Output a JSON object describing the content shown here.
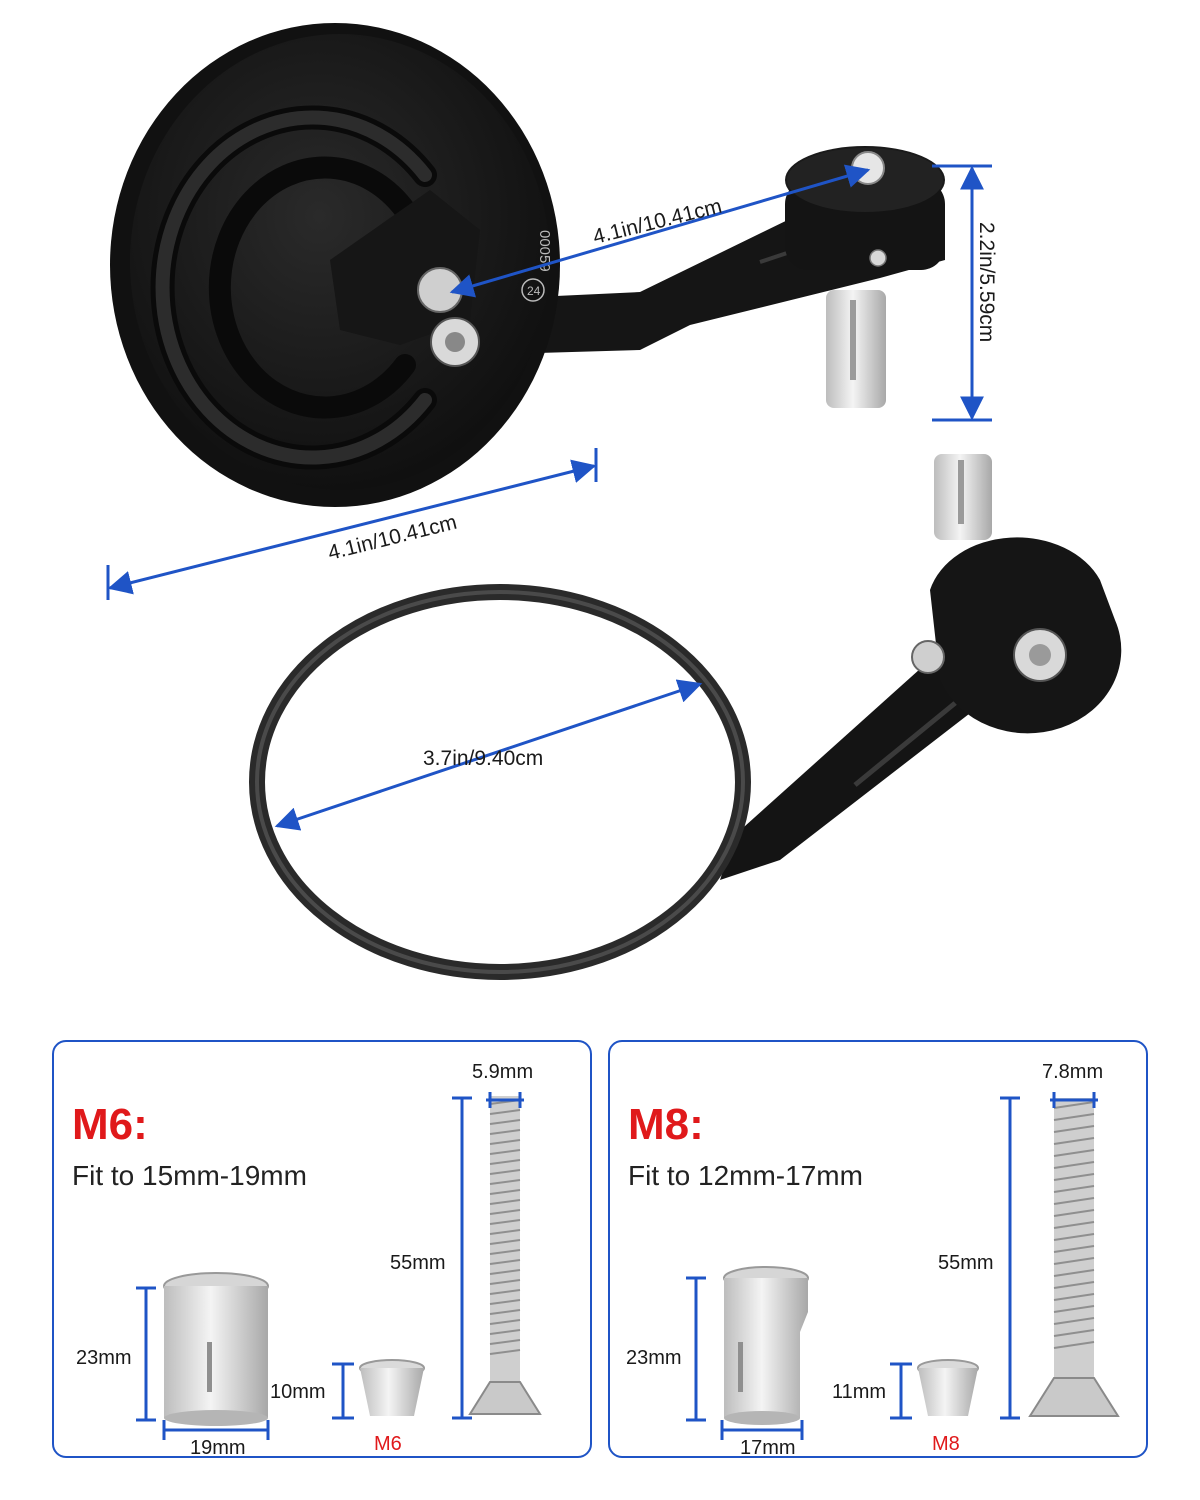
{
  "measurements": {
    "arm_length": "4.1in/10.41cm",
    "mirror_width": "4.1in/10.41cm",
    "mount_height": "2.2in/5.59cm",
    "glass_diameter": "3.7in/9.40cm"
  },
  "mirror_marking": {
    "code": "00059",
    "number": "24"
  },
  "kits": [
    {
      "title": "M6:",
      "fit": "Fit to 15mm-19mm",
      "bolt_width": "5.9mm",
      "bolt_length": "55mm",
      "sleeve_height": "23mm",
      "sleeve_width": "19mm",
      "nut_height": "10mm",
      "nut_label": "M6"
    },
    {
      "title": "M8:",
      "fit": "Fit to 12mm-17mm",
      "bolt_width": "7.8mm",
      "bolt_length": "55mm",
      "sleeve_height": "23mm",
      "sleeve_width": "17mm",
      "nut_height": "11mm",
      "nut_label": "M8"
    }
  ],
  "colors": {
    "dimension_line": "#1f54c6",
    "accent_red": "#e0191b",
    "metal_black": "#141414",
    "aluminum": "#d9d9d9"
  }
}
